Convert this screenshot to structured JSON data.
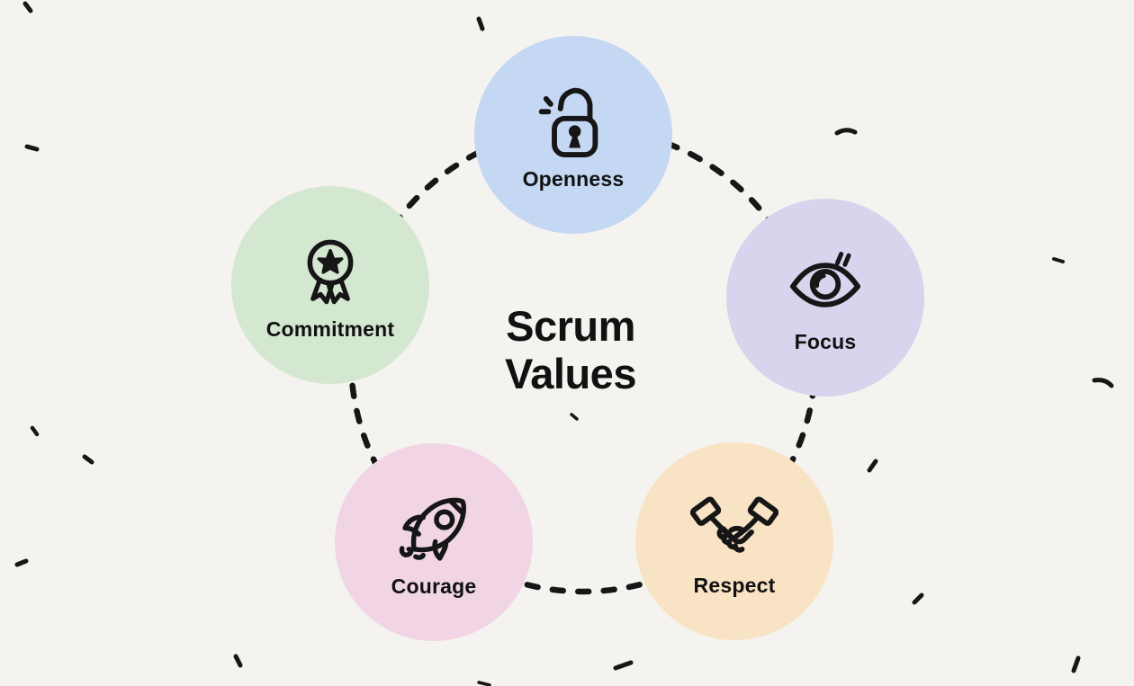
{
  "title": {
    "line1": "Scrum",
    "line2": "Values"
  },
  "colors": {
    "background": "#f5f3ef",
    "ink": "#161616",
    "text": "#111111"
  },
  "values": [
    {
      "label": "Openness",
      "icon": "open-lock-icon",
      "color": "#c4d7f3"
    },
    {
      "label": "Focus",
      "icon": "eye-icon",
      "color": "#d8d4ee"
    },
    {
      "label": "Respect",
      "icon": "handshake-icon",
      "color": "#f8e3c4"
    },
    {
      "label": "Courage",
      "icon": "rocket-icon",
      "color": "#f1d5e5"
    },
    {
      "label": "Commitment",
      "icon": "award-ribbon-icon",
      "color": "#d4e7d0"
    }
  ]
}
